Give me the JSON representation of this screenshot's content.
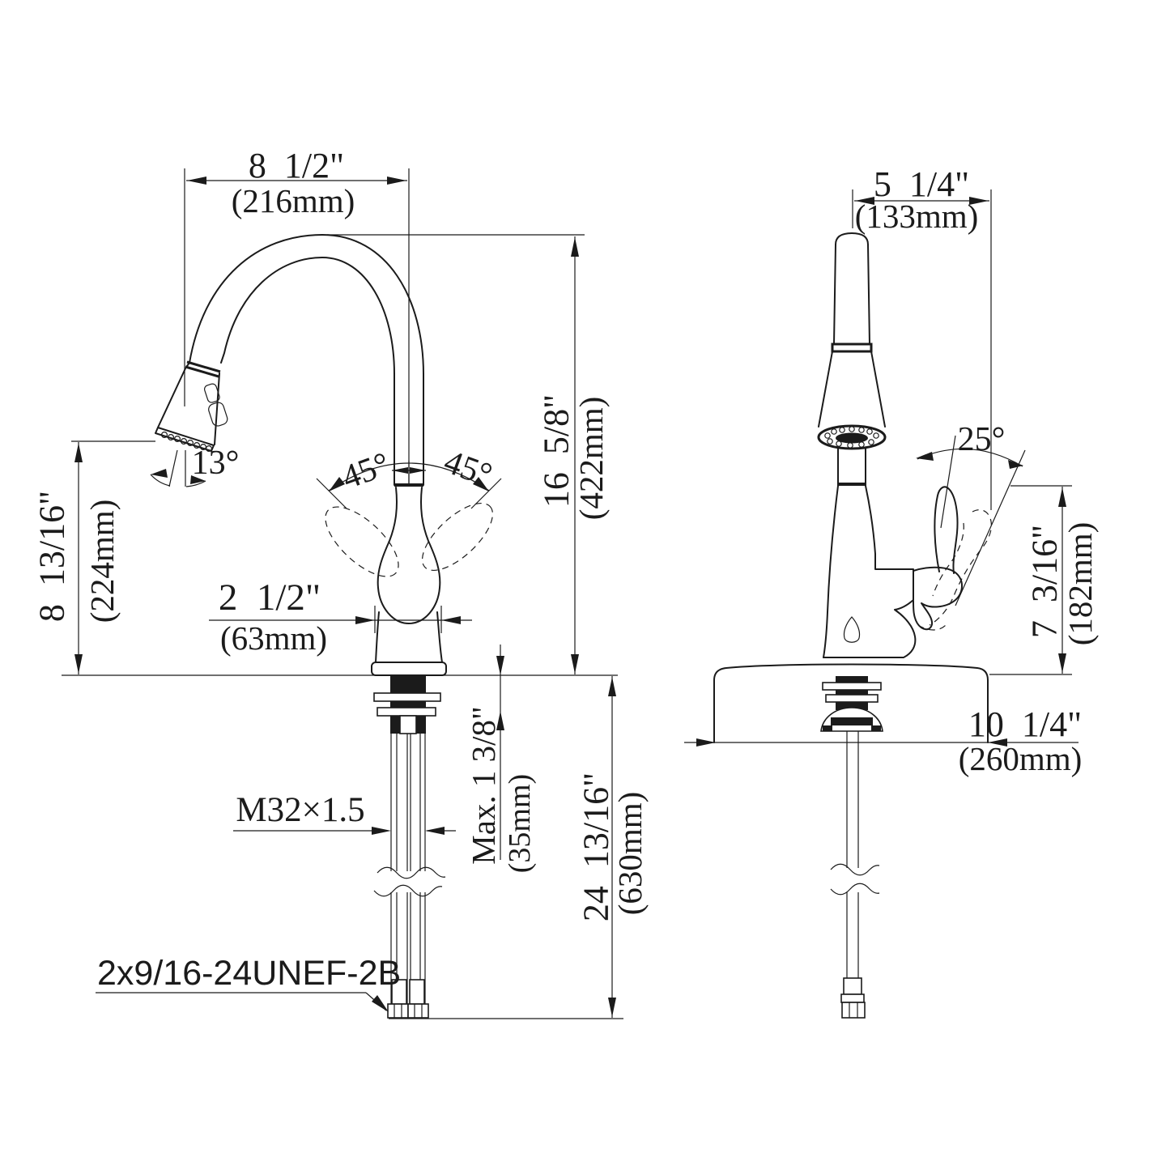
{
  "front_view": {
    "spout_reach_in": "8  1/2\"",
    "spout_reach_mm": "(216mm)",
    "height_in": "16  5/8\"",
    "height_mm": "(422mm)",
    "head_height_in": "8  13/16\"",
    "head_height_mm": "(224mm)",
    "spray_angle": "13°",
    "handle_left_angle": "45°",
    "handle_right_angle": "45°",
    "base_diameter_in": "2  1/2\"",
    "base_diameter_mm": "(63mm)",
    "shank_thread": "M32×1.5",
    "counter_max_in": "Max. 1 3/8\"",
    "counter_max_mm": "(35mm)",
    "hose_length_in": "24  13/16\"",
    "hose_length_mm": "(630mm)",
    "supply_thread": "2x9/16-24UNEF-2B"
  },
  "side_view": {
    "reach_in": "5  1/4\"",
    "reach_mm": "(133mm)",
    "handle_angle": "25°",
    "handle_height_in": "7  3/16\"",
    "handle_height_mm": "(182mm)",
    "plate_width_in": "10  1/4\"",
    "plate_width_mm": "(260mm)"
  }
}
